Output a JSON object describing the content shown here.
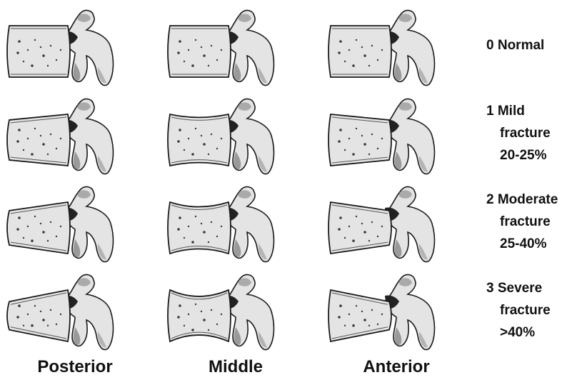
{
  "grades": [
    {
      "lines": [
        "0 Normal"
      ]
    },
    {
      "lines": [
        "1 Mild",
        "fracture",
        "20-25%"
      ]
    },
    {
      "lines": [
        "2 Moderate",
        "fracture",
        "25-40%"
      ]
    },
    {
      "lines": [
        "3 Severe",
        "fracture",
        ">40%"
      ]
    }
  ],
  "columns": [
    "Posterior",
    "Middle",
    "Anterior"
  ],
  "colors": {
    "bone": "#e4e4e4",
    "bone_dark": "#7a7a7a",
    "outline": "#1a1a1a",
    "pore": "#3a3a3a"
  },
  "deformity": {
    "rows": [
      0,
      0.22,
      0.33,
      0.45
    ],
    "columns": [
      "posterior",
      "middle",
      "anterior"
    ]
  }
}
